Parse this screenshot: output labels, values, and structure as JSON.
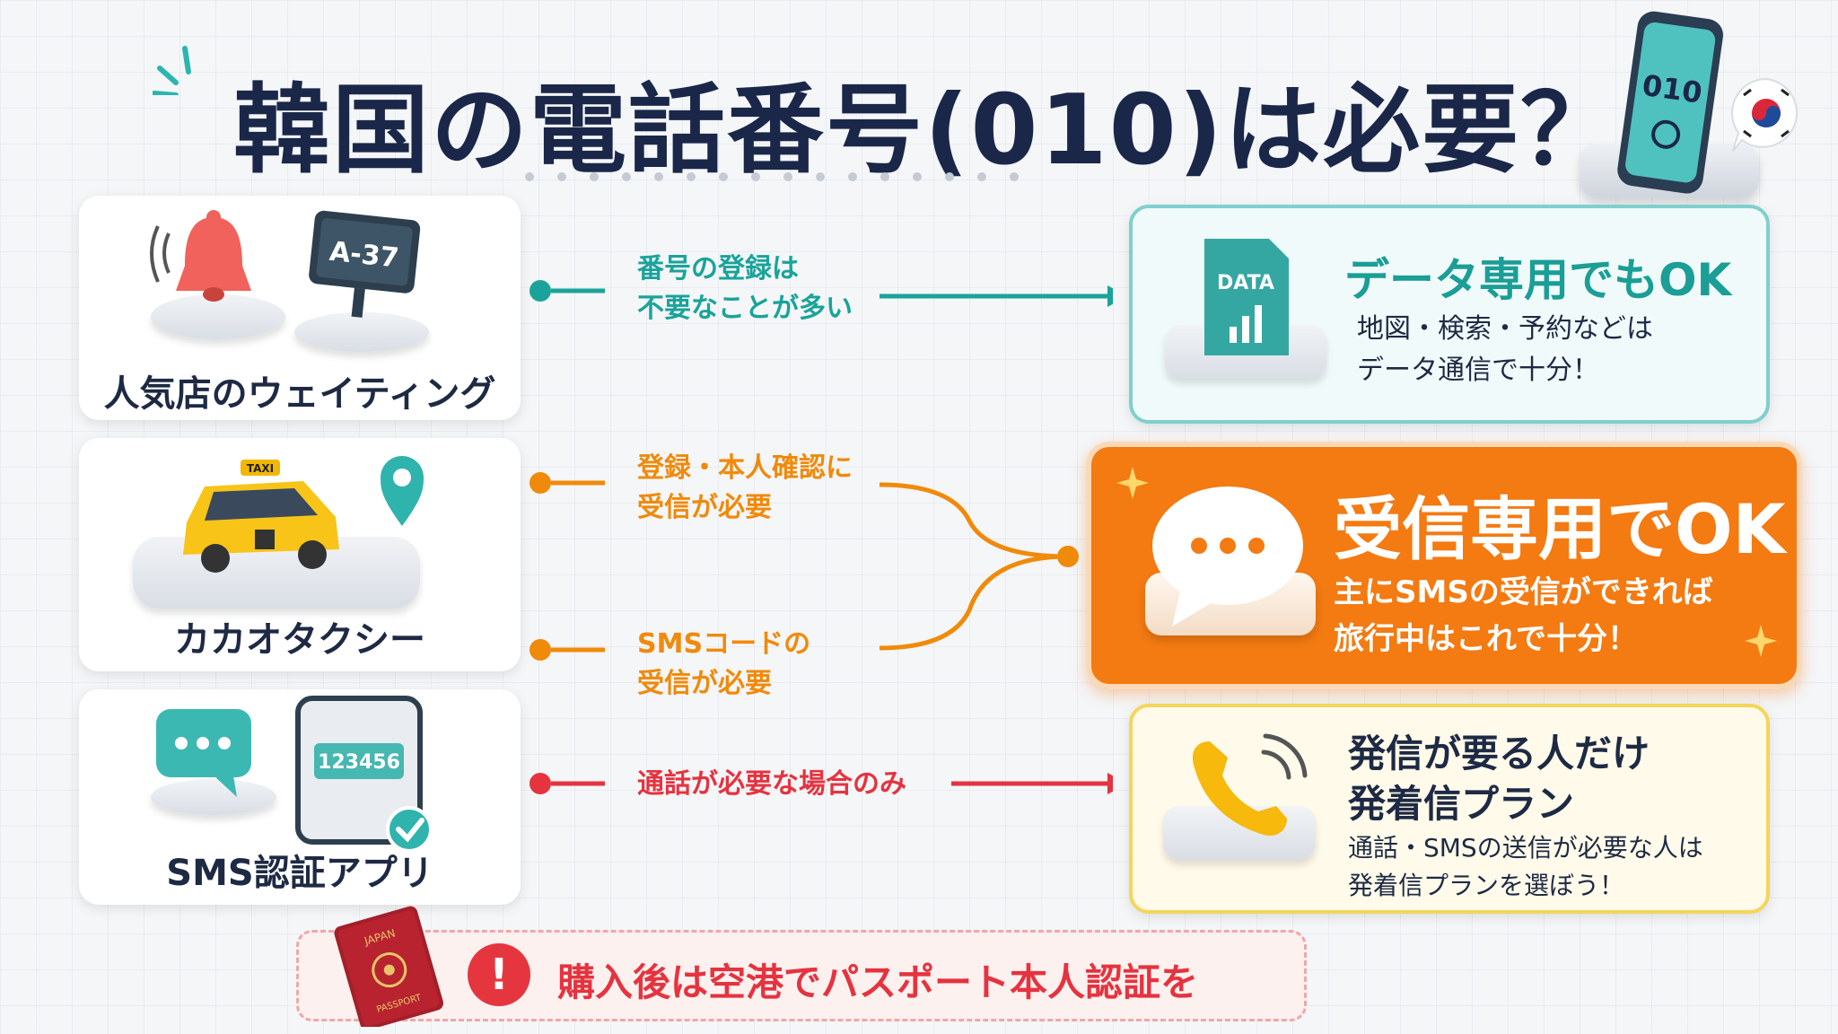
{
  "title": "韓国の電話番号(010)は必要？",
  "phone_badge": "010",
  "left_cards": [
    {
      "label": "人気店のウェイティング",
      "sign_text": "A-37"
    },
    {
      "label": "カカオタクシー",
      "taxi_sign": "TAXI"
    },
    {
      "label": "SMS認証アプリ",
      "code_text": "123456"
    }
  ],
  "connectors": [
    {
      "lines": [
        "番号の登録は",
        "不要なことが多い"
      ],
      "color": "#1aa39a"
    },
    {
      "lines": [
        "登録・本人確認に",
        "受信が必要"
      ],
      "color": "#f08a0a"
    },
    {
      "lines": [
        "SMSコードの",
        "受信が必要"
      ],
      "color": "#f08a0a"
    },
    {
      "lines": [
        "通話が必要な場合のみ"
      ],
      "color": "#e5333f"
    }
  ],
  "right_cards": [
    {
      "title": "データ専用でもOK",
      "desc": [
        "地図・検索・予約などは",
        "データ通信で十分！"
      ],
      "icon_text": "DATA",
      "accent": "#5ec4c2"
    },
    {
      "title": "受信専用でOK",
      "desc": [
        "主にSMSの受信ができれば",
        "旅行中はこれで十分！"
      ],
      "accent": "#f47a12"
    },
    {
      "title": [
        "発信が要る人だけ",
        "発着信プラン"
      ],
      "desc": [
        "通話・SMSの送信が必要な人は",
        "発着信プランを選ぼう！"
      ],
      "accent": "#f2c93a"
    }
  ],
  "notice": {
    "text": "購入後は空港でパスポート本人認証を",
    "passport_text": "JAPAN",
    "passport_sub": "PASSPORT"
  }
}
